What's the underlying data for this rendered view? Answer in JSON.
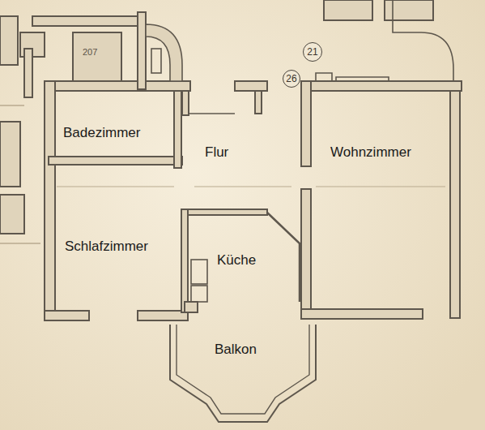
{
  "diagram": {
    "nodes": [
      {
        "text": [
          "21"
        ]
      },
      {
        "text": [
          "26"
        ]
      }
    ],
    "labels": [
      "Badezimmer",
      "Flur",
      "Wohnzimmer",
      "Schlafzimmer",
      "Küche",
      "Balkon",
      "207"
    ]
  }
}
